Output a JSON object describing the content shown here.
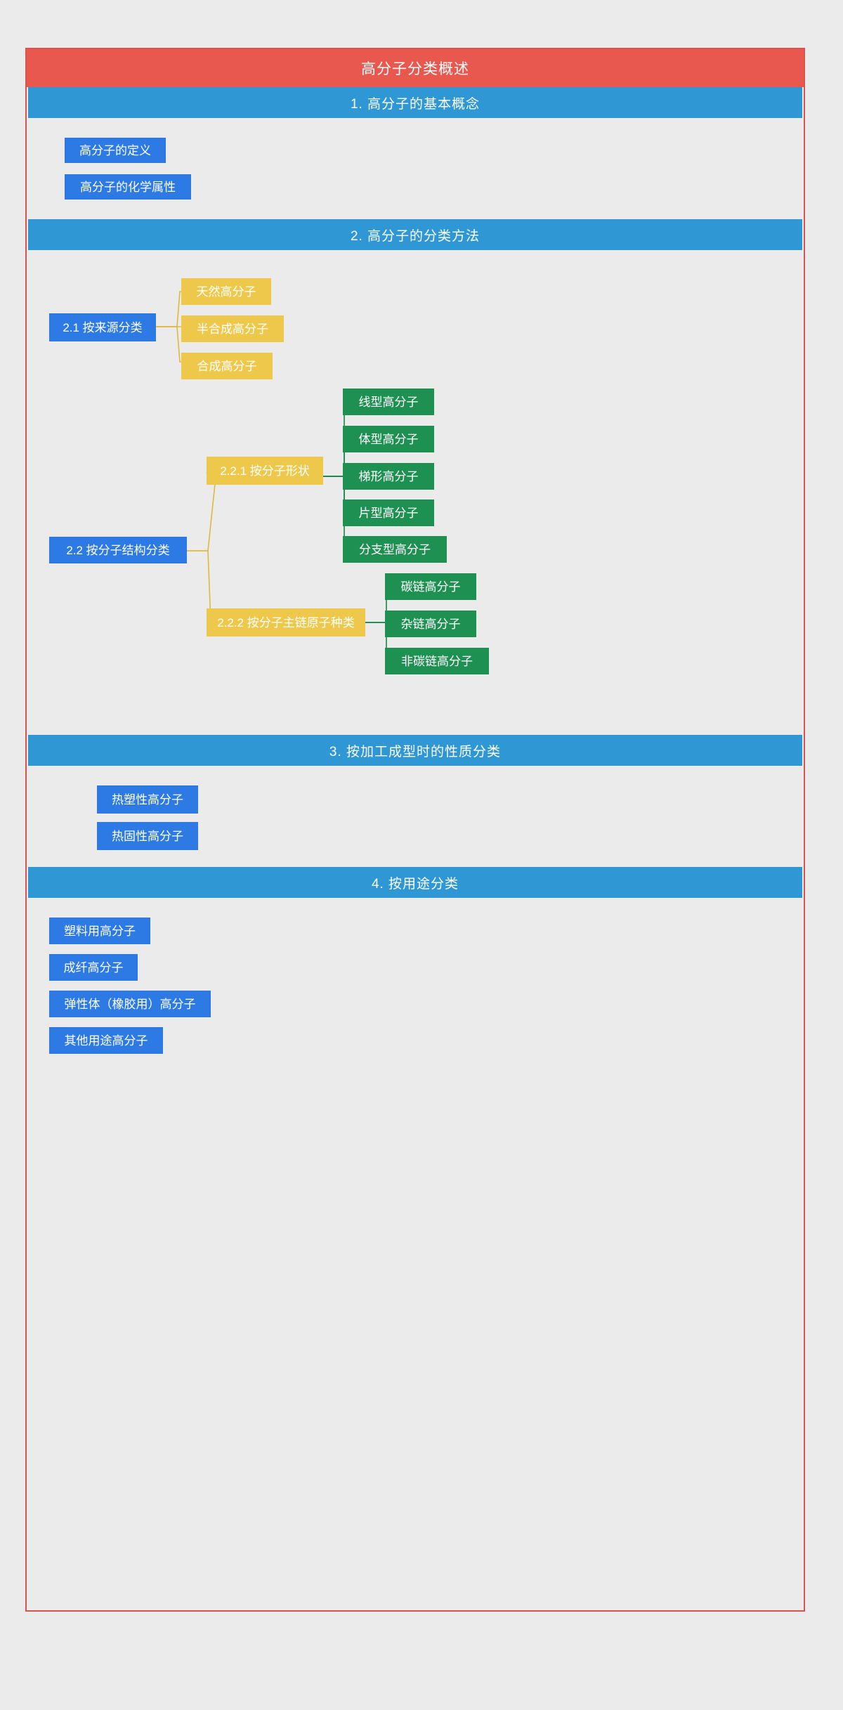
{
  "title": "高分子分类概述",
  "colors": {
    "title_bar": "#e9584f",
    "section_header": "#2e97d4",
    "node_blue": "#2d7ae5",
    "node_yellow": "#eec84b",
    "node_green": "#1e9051",
    "canvas": "#ebebeb",
    "card_border": "#d9534f",
    "link_yellow": "#e0b93c",
    "link_green": "#17894a"
  },
  "sections": [
    {
      "header": "1. 高分子的基本概念",
      "items": [
        {
          "label": "高分子的定义"
        },
        {
          "label": "高分子的化学属性"
        }
      ]
    },
    {
      "header": "2. 高分子的分类方法",
      "branches": [
        {
          "label": "2.1 按来源分类",
          "children": [
            {
              "label": "天然高分子"
            },
            {
              "label": "半合成高分子"
            },
            {
              "label": "合成高分子"
            }
          ]
        },
        {
          "label": "2.2 按分子结构分类",
          "subbranches": [
            {
              "label": "2.2.1 按分子形状",
              "children": [
                {
                  "label": "线型高分子"
                },
                {
                  "label": "体型高分子"
                },
                {
                  "label": "梯形高分子"
                },
                {
                  "label": "片型高分子"
                },
                {
                  "label": "分支型高分子"
                }
              ]
            },
            {
              "label": "2.2.2 按分子主链原子种类",
              "children": [
                {
                  "label": "碳链高分子"
                },
                {
                  "label": "杂链高分子"
                },
                {
                  "label": "非碳链高分子"
                }
              ]
            }
          ]
        }
      ]
    },
    {
      "header": "3. 按加工成型时的性质分类",
      "items": [
        {
          "label": "热塑性高分子"
        },
        {
          "label": "热固性高分子"
        }
      ]
    },
    {
      "header": "4. 按用途分类",
      "items": [
        {
          "label": "塑料用高分子"
        },
        {
          "label": "成纤高分子"
        },
        {
          "label": "弹性体（橡胶用）高分子"
        },
        {
          "label": "其他用途高分子"
        }
      ]
    }
  ]
}
